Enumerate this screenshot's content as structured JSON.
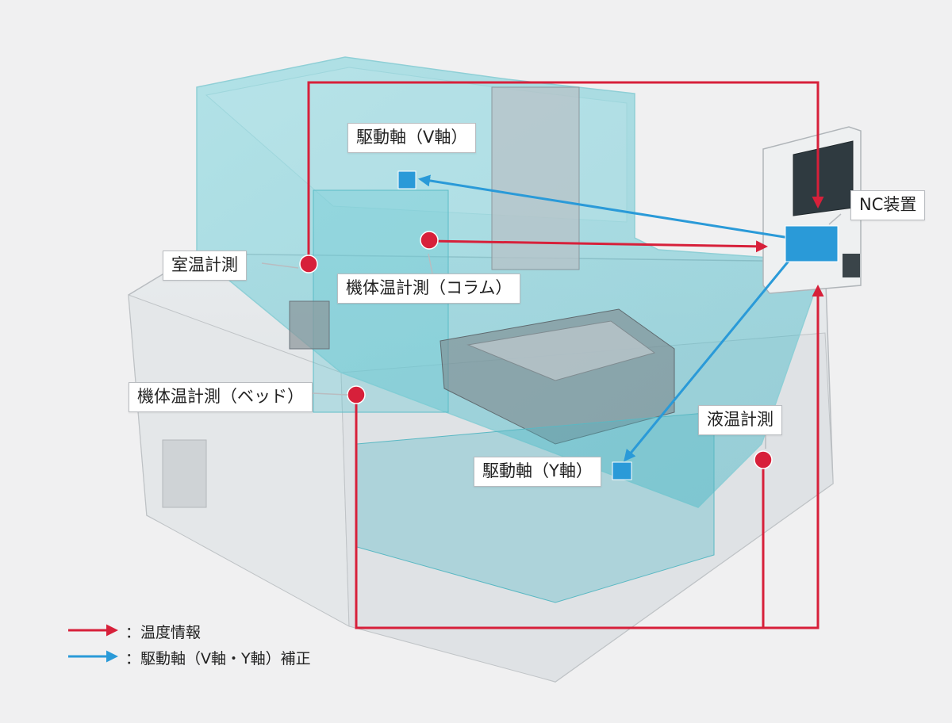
{
  "labels": {
    "v_axis": "駆動軸（V軸）",
    "nc_unit": "NC装置",
    "room_temp": "室温計測",
    "column_temp": "機体温計測（コラム）",
    "bed_temp": "機体温計測（ベッド）",
    "liquid_temp": "液温計測",
    "y_axis": "駆動軸（Y軸）"
  },
  "legend": {
    "temperature": "：温度情報",
    "compensation": "：駆動軸（V軸・Y軸）補正"
  },
  "colors": {
    "temperature_arrow": "#d7203a",
    "compensation_arrow": "#2a9ad8",
    "machine_cyan": "#3fc2cf",
    "machine_body": "#dfe3e6"
  }
}
